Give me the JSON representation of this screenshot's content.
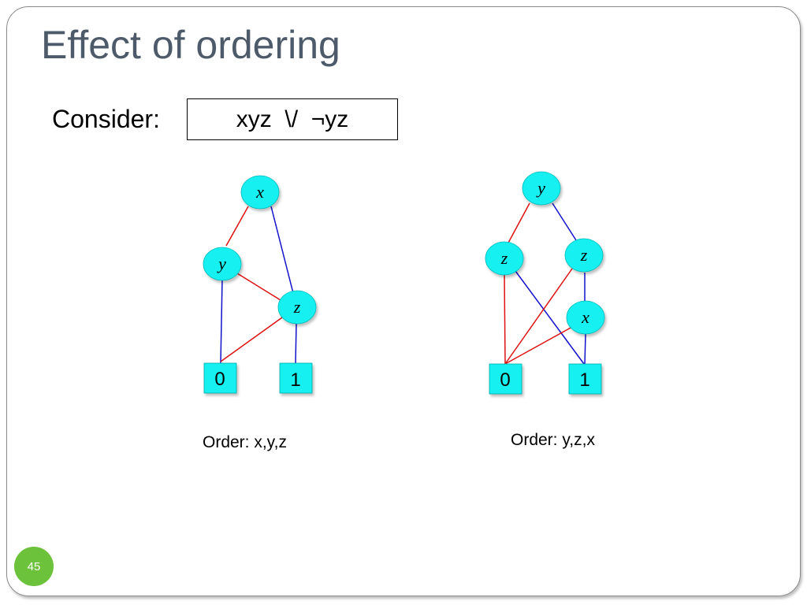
{
  "title": "Effect of ordering",
  "consider_label": "Consider:",
  "formula": "xyz  \\/  ¬yz",
  "left_diagram": {
    "caption": "Order: x,y,z",
    "nodes": {
      "x": "x",
      "y": "y",
      "z": "z"
    },
    "terminals": {
      "zero": "0",
      "one": "1"
    }
  },
  "right_diagram": {
    "caption": "Order: y,z,x",
    "nodes": {
      "y": "y",
      "z_left": "z",
      "z_right": "z",
      "x": "x"
    },
    "terminals": {
      "zero": "0",
      "one": "1"
    }
  },
  "page_number": "45",
  "colors": {
    "node_fill": "#19f0f0",
    "low_edge": "#dd1111",
    "high_edge": "#1111cc",
    "title": "#4d5a6a",
    "badge": "#6cc23b"
  }
}
